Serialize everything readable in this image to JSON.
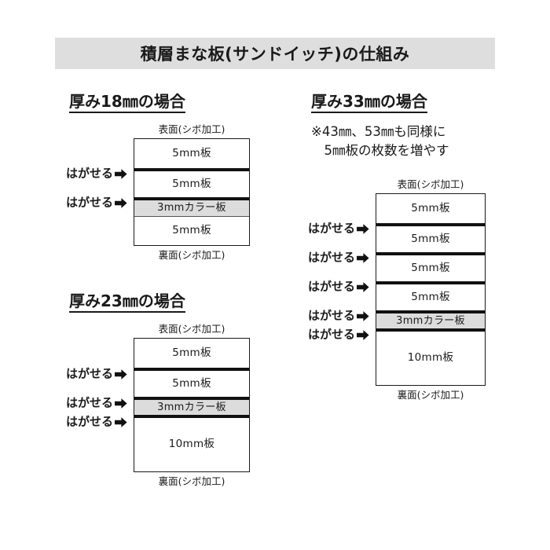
{
  "page": {
    "background": "#ffffff",
    "banner_color": "#dedede",
    "color_board_fill": "#dcdcdc",
    "line_color": "#111111"
  },
  "header": {
    "title": "積層まな板(サンドイッチ)の仕組み"
  },
  "labels": {
    "top_face": "表面(シボ加工)",
    "bottom_face": "裏面(シボ加工)",
    "peel": "はがせる",
    "arrow_icon": "➡"
  },
  "sections": [
    {
      "id": "thickness-18",
      "heading": "厚み18㎜の場合",
      "note": "",
      "top_label": "表面(シボ加工)",
      "bottom_label": "裏面(シボ加工)",
      "layers": [
        {
          "label": "5mm板",
          "kind": "plain",
          "sep": "none"
        },
        {
          "label": "5mm板",
          "kind": "plain",
          "sep": "thick"
        },
        {
          "label": "3mmカラー板",
          "kind": "color",
          "sep": "thick"
        },
        {
          "label": "5mm板",
          "kind": "plain",
          "sep": "thin"
        }
      ],
      "peel_count": 2
    },
    {
      "id": "thickness-23",
      "heading": "厚み23㎜の場合",
      "note": "",
      "top_label": "表面(シボ加工)",
      "bottom_label": "裏面(シボ加工)",
      "layers": [
        {
          "label": "5mm板",
          "kind": "plain",
          "sep": "none"
        },
        {
          "label": "5mm板",
          "kind": "plain",
          "sep": "thick"
        },
        {
          "label": "3mmカラー板",
          "kind": "color",
          "sep": "thick"
        },
        {
          "label": "10mm板",
          "kind": "plain",
          "sep": "thick"
        }
      ],
      "peel_count": 3
    },
    {
      "id": "thickness-33",
      "heading": "厚み33㎜の場合",
      "note": "※43㎜、53㎜も同様に\n　5㎜板の枚数を増やす",
      "top_label": "表面(シボ加工)",
      "bottom_label": "裏面(シボ加工)",
      "layers": [
        {
          "label": "5mm板",
          "kind": "plain",
          "sep": "none"
        },
        {
          "label": "5mm板",
          "kind": "plain",
          "sep": "thick"
        },
        {
          "label": "5mm板",
          "kind": "plain",
          "sep": "thick"
        },
        {
          "label": "5mm板",
          "kind": "plain",
          "sep": "thick"
        },
        {
          "label": "3mmカラー板",
          "kind": "color",
          "sep": "thick"
        },
        {
          "label": "10mm板",
          "kind": "plain",
          "sep": "thick"
        }
      ],
      "peel_count": 5
    }
  ]
}
